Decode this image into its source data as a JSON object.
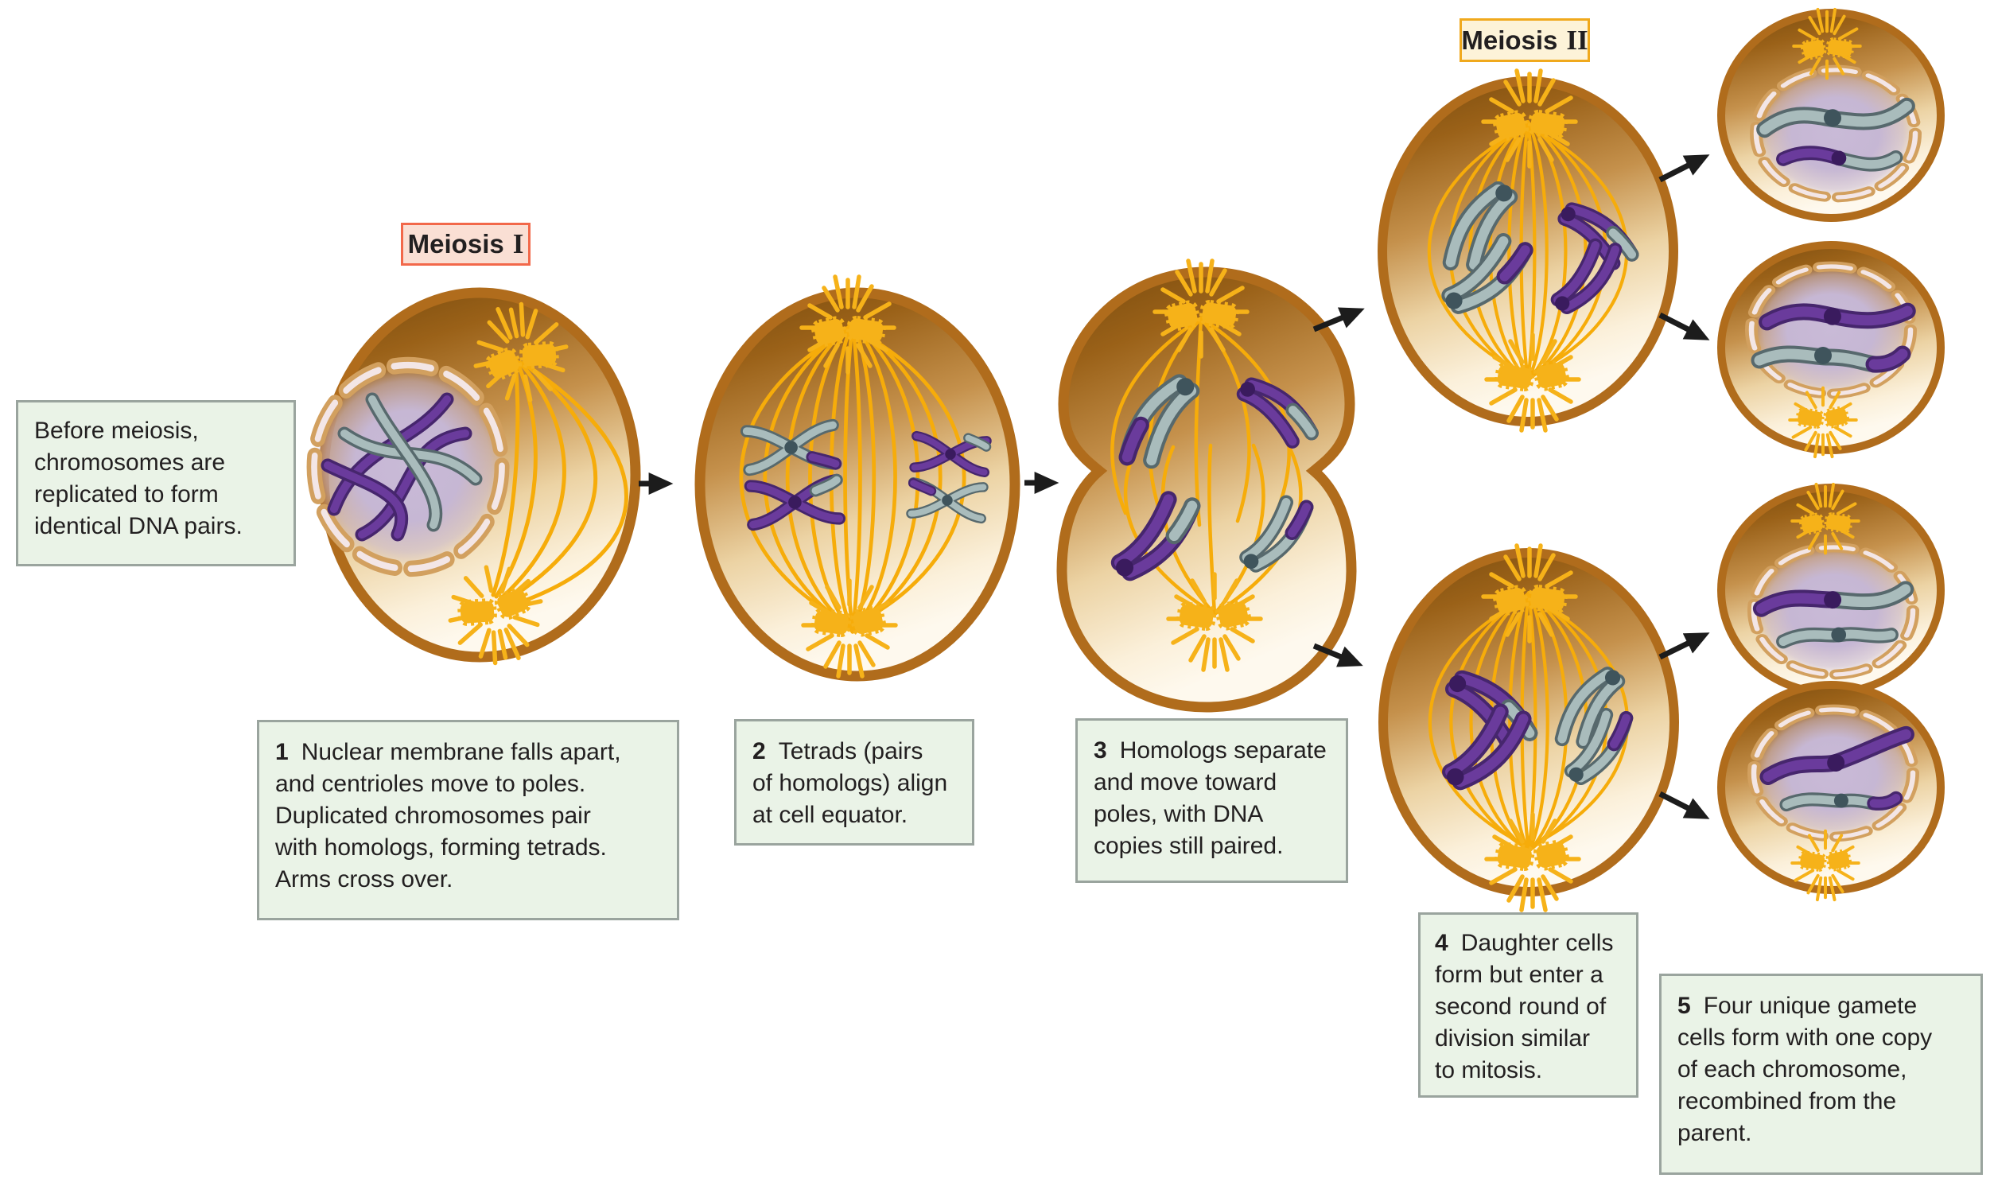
{
  "diagram": {
    "stage_labels": {
      "meiosis1": {
        "name": "Meiosis",
        "numeral": "I"
      },
      "meiosis2": {
        "name": "Meiosis",
        "numeral": "II"
      }
    },
    "intro_note": "Before meiosis,\nchromosomes are\nreplicated to form\nidentical DNA pairs.",
    "steps": [
      {
        "num": "1",
        "text": "Nuclear membrane falls apart,\nand centrioles move to poles.\nDuplicated chromosomes pair\nwith homologs, forming tetrads.\nArms cross over."
      },
      {
        "num": "2",
        "text": "Tetrads (pairs\nof homologs) align\nat cell equator."
      },
      {
        "num": "3",
        "text": "Homologs separate\nand move toward\npoles, with DNA\ncopies still paired."
      },
      {
        "num": "4",
        "text": "Daughter cells\nform but enter a\nsecond round of\ndivision similar\nto mitosis."
      },
      {
        "num": "5",
        "text": "Four unique gamete\ncells form with one copy\nof each chromosome,\nrecombined from the\nparent."
      }
    ],
    "colors": {
      "cell_membrane": "#b06c1c",
      "cytoplasm_dark": "#774a0e",
      "cytoplasm_light": "#fdf7e9",
      "spindle_fiber": "#f6ac0a",
      "centriole": "#f6b219",
      "nucleus": "#c8b9d5",
      "nuclear_envelope": "#d2a05f",
      "chromosome_purple": "#6a3b9c",
      "chromosome_gray": "#a9bcbc",
      "step_box_bg": "#eaf3e7",
      "step_box_border": "#9aa49e",
      "meiosis1_label_bg": "#fadfd4",
      "meiosis1_label_border": "#f2684a",
      "meiosis2_label_bg": "#fdf3d8",
      "meiosis2_label_border": "#f0a91d",
      "arrow": "#1c1c1c"
    }
  }
}
